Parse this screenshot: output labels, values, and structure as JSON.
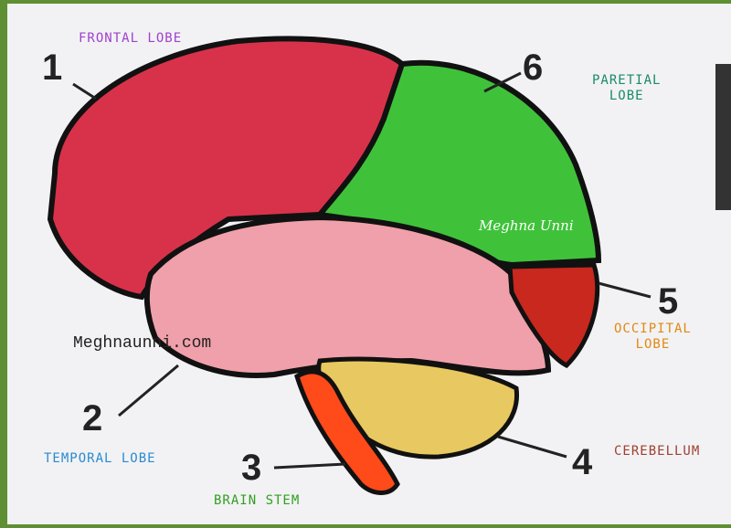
{
  "labels": {
    "frontal": "FRONTAL LOBE",
    "parietal_line1": "PARETIAL",
    "parietal_line2": "LOBE",
    "occipital_line1": "OCCIPITAL",
    "occipital_line2": "LOBE",
    "cerebellum": "CEREBELLUM",
    "brain_stem": "BRAIN STEM",
    "temporal": "TEMPORAL LOBE"
  },
  "numbers": [
    "1",
    "2",
    "3",
    "4",
    "5",
    "6"
  ],
  "watermarks": {
    "signature": "Meghna Unni",
    "site": "Meghnaunni.com"
  },
  "colors": {
    "frontal": "#d8324a",
    "parietal": "#3fc23a",
    "temporal": "#f0a0aa",
    "occipital": "#c8281e",
    "cerebellum": "#e8c860",
    "brain_stem": "#ff4a1a"
  }
}
